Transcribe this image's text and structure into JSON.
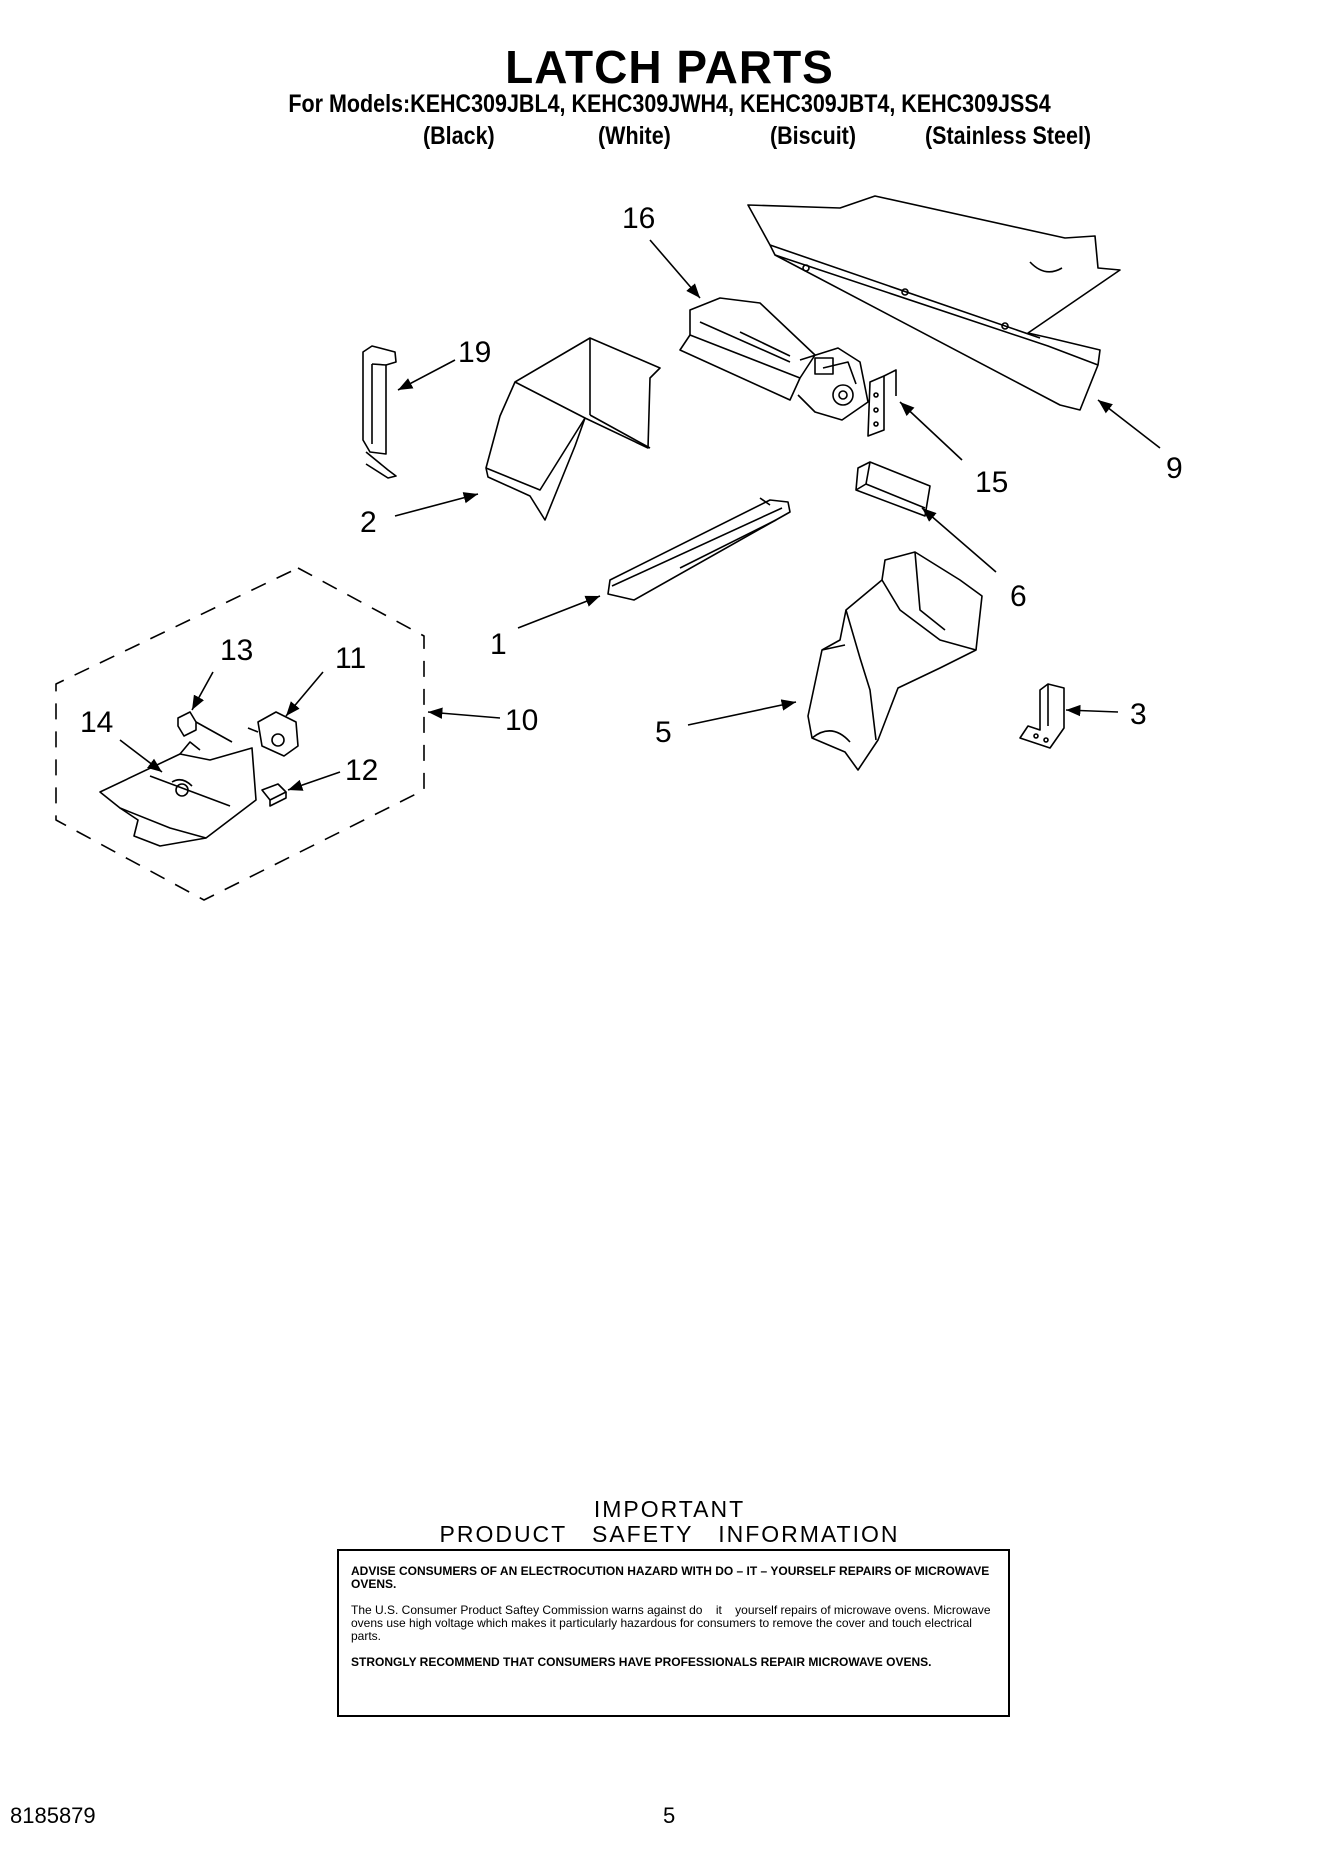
{
  "header": {
    "title": "LATCH PARTS",
    "models_line": "For Models:KEHC309JBL4, KEHC309JWH4, KEHC309JBT4, KEHC309JSS4",
    "variants": [
      "(Black)",
      "(White)",
      "(Biscuit)",
      "(Stainless Steel)"
    ]
  },
  "diagram": {
    "callouts": {
      "p16": "16",
      "p19": "19",
      "p9": "9",
      "p15": "15",
      "p2": "2",
      "p6": "6",
      "p13": "13",
      "p11": "11",
      "p1": "1",
      "p14": "14",
      "p10": "10",
      "p5": "5",
      "p3": "3",
      "p12": "12"
    }
  },
  "safety": {
    "heading_line1": "IMPORTANT",
    "heading_line2": "PRODUCT   SAFETY   INFORMATION",
    "warning": "ADVISE CONSUMERS OF AN ELECTROCUTION HAZARD WITH DO – IT – YOURSELF REPAIRS OF MICROWAVE OVENS.",
    "body": "The U.S. Consumer Product Saftey Commission warns against do    it    yourself repairs of microwave ovens. Microwave ovens use high voltage which makes it particularly hazardous for consumers to remove the cover and touch electrical parts.",
    "recommendation": "STRONGLY RECOMMEND THAT CONSUMERS HAVE PROFESSIONALS  REPAIR MICROWAVE OVENS."
  },
  "footer": {
    "doc_number": "8185879",
    "page_number": "5"
  }
}
